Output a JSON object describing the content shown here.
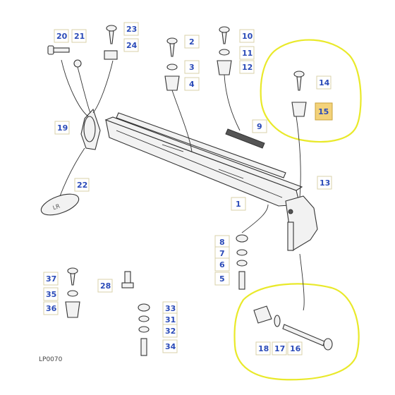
{
  "diagram_code": "LP0070",
  "highlighted_part": "15",
  "highlight_color": "#f3d27a",
  "circle_color": "#e9e92a",
  "label_color": "#2b4bb8",
  "labels": [
    "20",
    "21",
    "23",
    "24",
    "2",
    "3",
    "4",
    "10",
    "11",
    "12",
    "9",
    "14",
    "15",
    "19",
    "22",
    "1",
    "13",
    "8",
    "7",
    "6",
    "5",
    "37",
    "35",
    "36",
    "28",
    "33",
    "31",
    "32",
    "34",
    "18",
    "17",
    "16"
  ]
}
